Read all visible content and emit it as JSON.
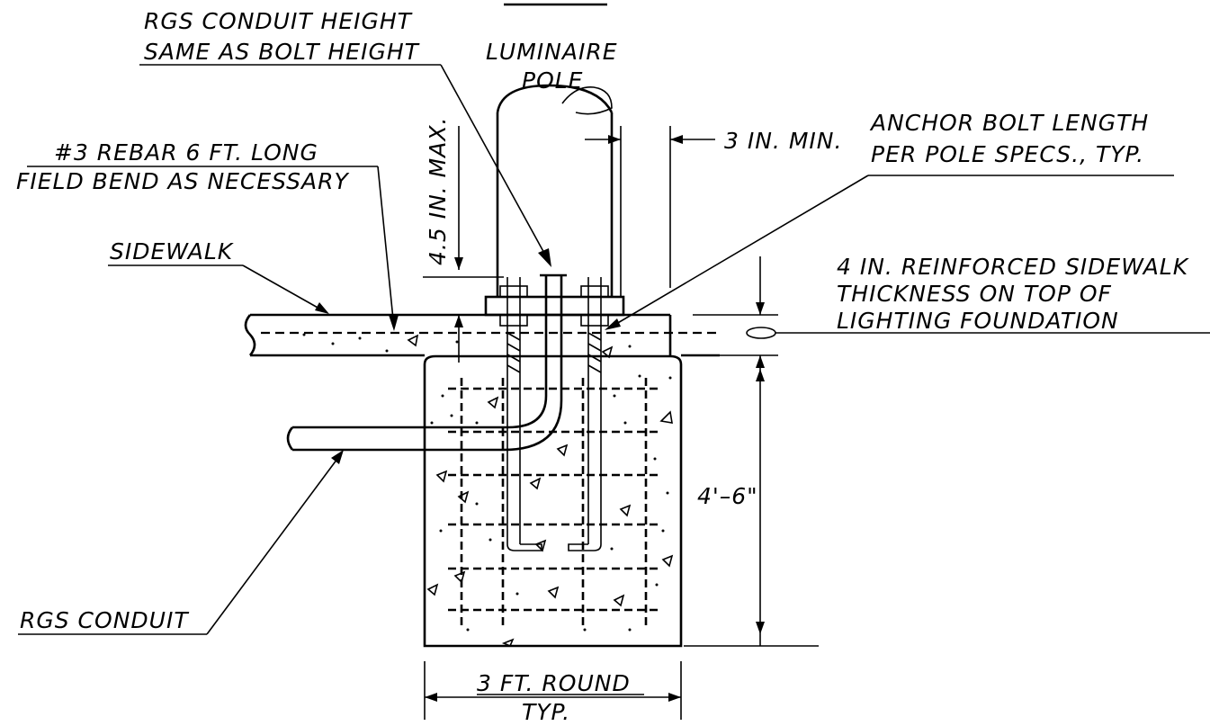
{
  "labels": {
    "conduit_height_1": "RGS CONDUIT HEIGHT",
    "conduit_height_2": "SAME AS BOLT HEIGHT",
    "pole_1": "LUMINAIRE",
    "pole_2": "POLE",
    "clearance": "3 IN. MIN.",
    "anchor_1": "ANCHOR BOLT LENGTH",
    "anchor_2": "PER POLE SPECS., TYP.",
    "rebar_1": "#3 REBAR 6 FT. LONG",
    "rebar_2": "FIELD BEND AS NECESSARY",
    "bolt_projection": "4.5 IN. MAX.",
    "sidewalk": "SIDEWALK",
    "sidewalk_note_1": "4 IN. REINFORCED SIDEWALK",
    "sidewalk_note_2": "THICKNESS ON TOP OF",
    "sidewalk_note_3": "LIGHTING FOUNDATION",
    "depth": "4'–6\"",
    "conduit": "RGS CONDUIT",
    "diameter_1": "3 FT. ROUND",
    "diameter_2": "TYP."
  }
}
